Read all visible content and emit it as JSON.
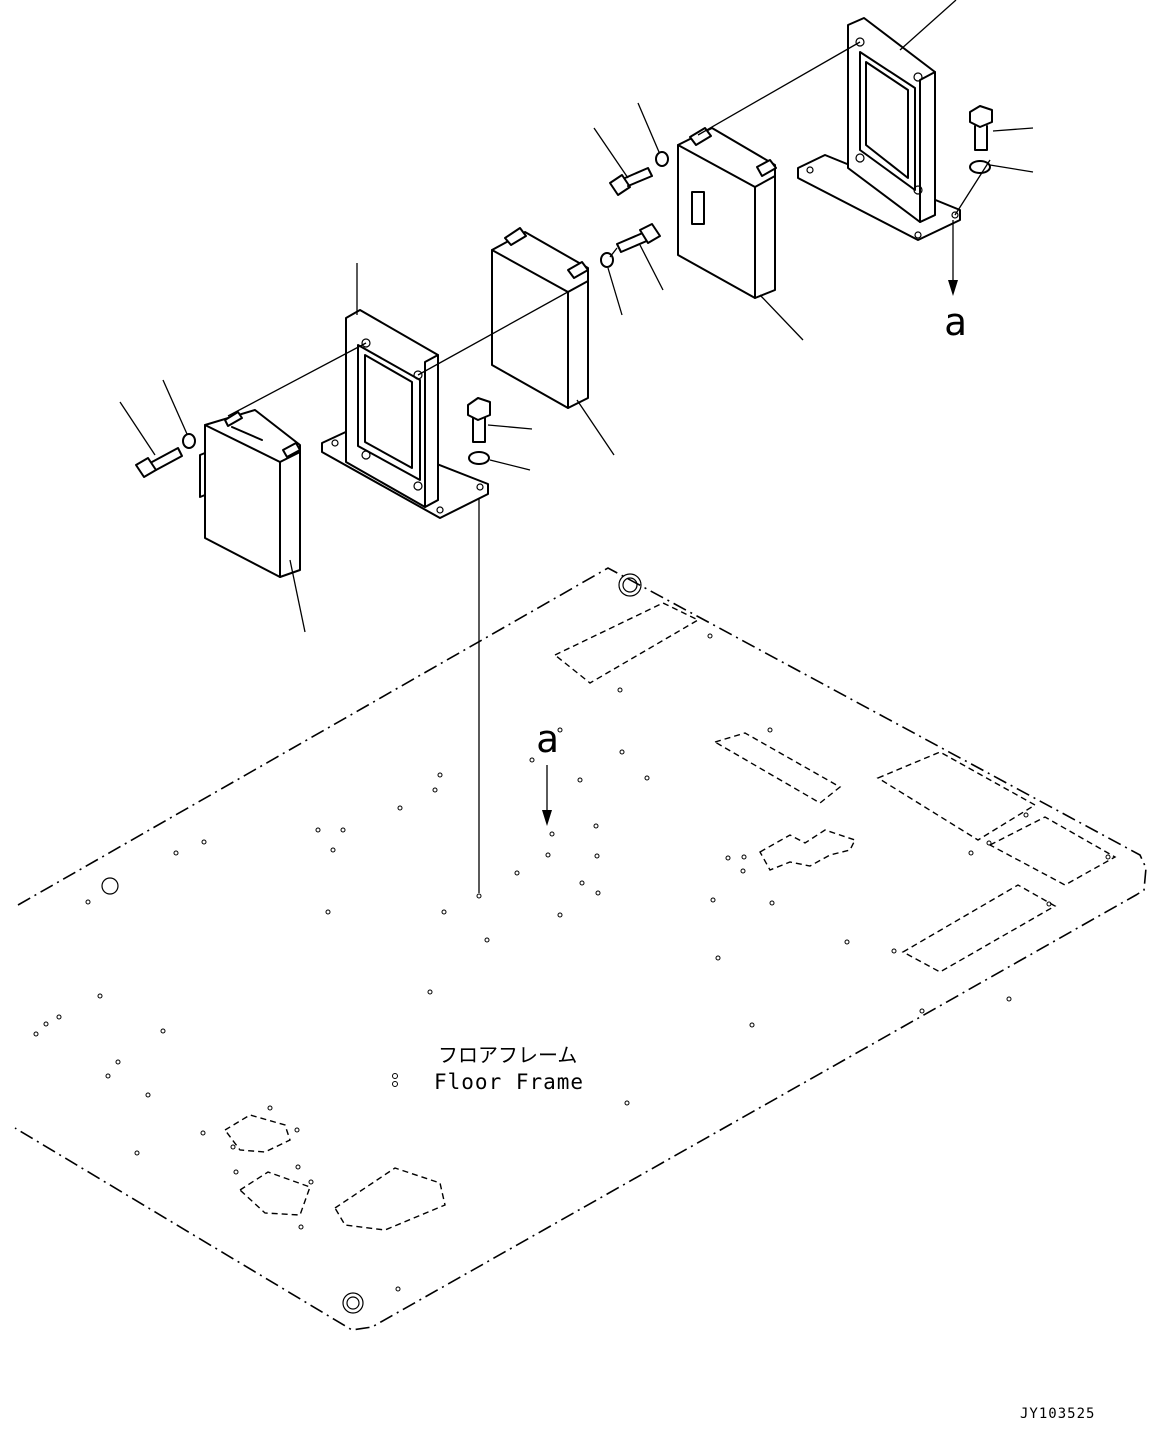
{
  "labels": {
    "view_marker_top": "a",
    "view_marker_floor": "a",
    "floor_frame_jp": "フロアフレーム",
    "floor_frame_en": "Floor Frame",
    "drawing_number": "JY103525"
  }
}
